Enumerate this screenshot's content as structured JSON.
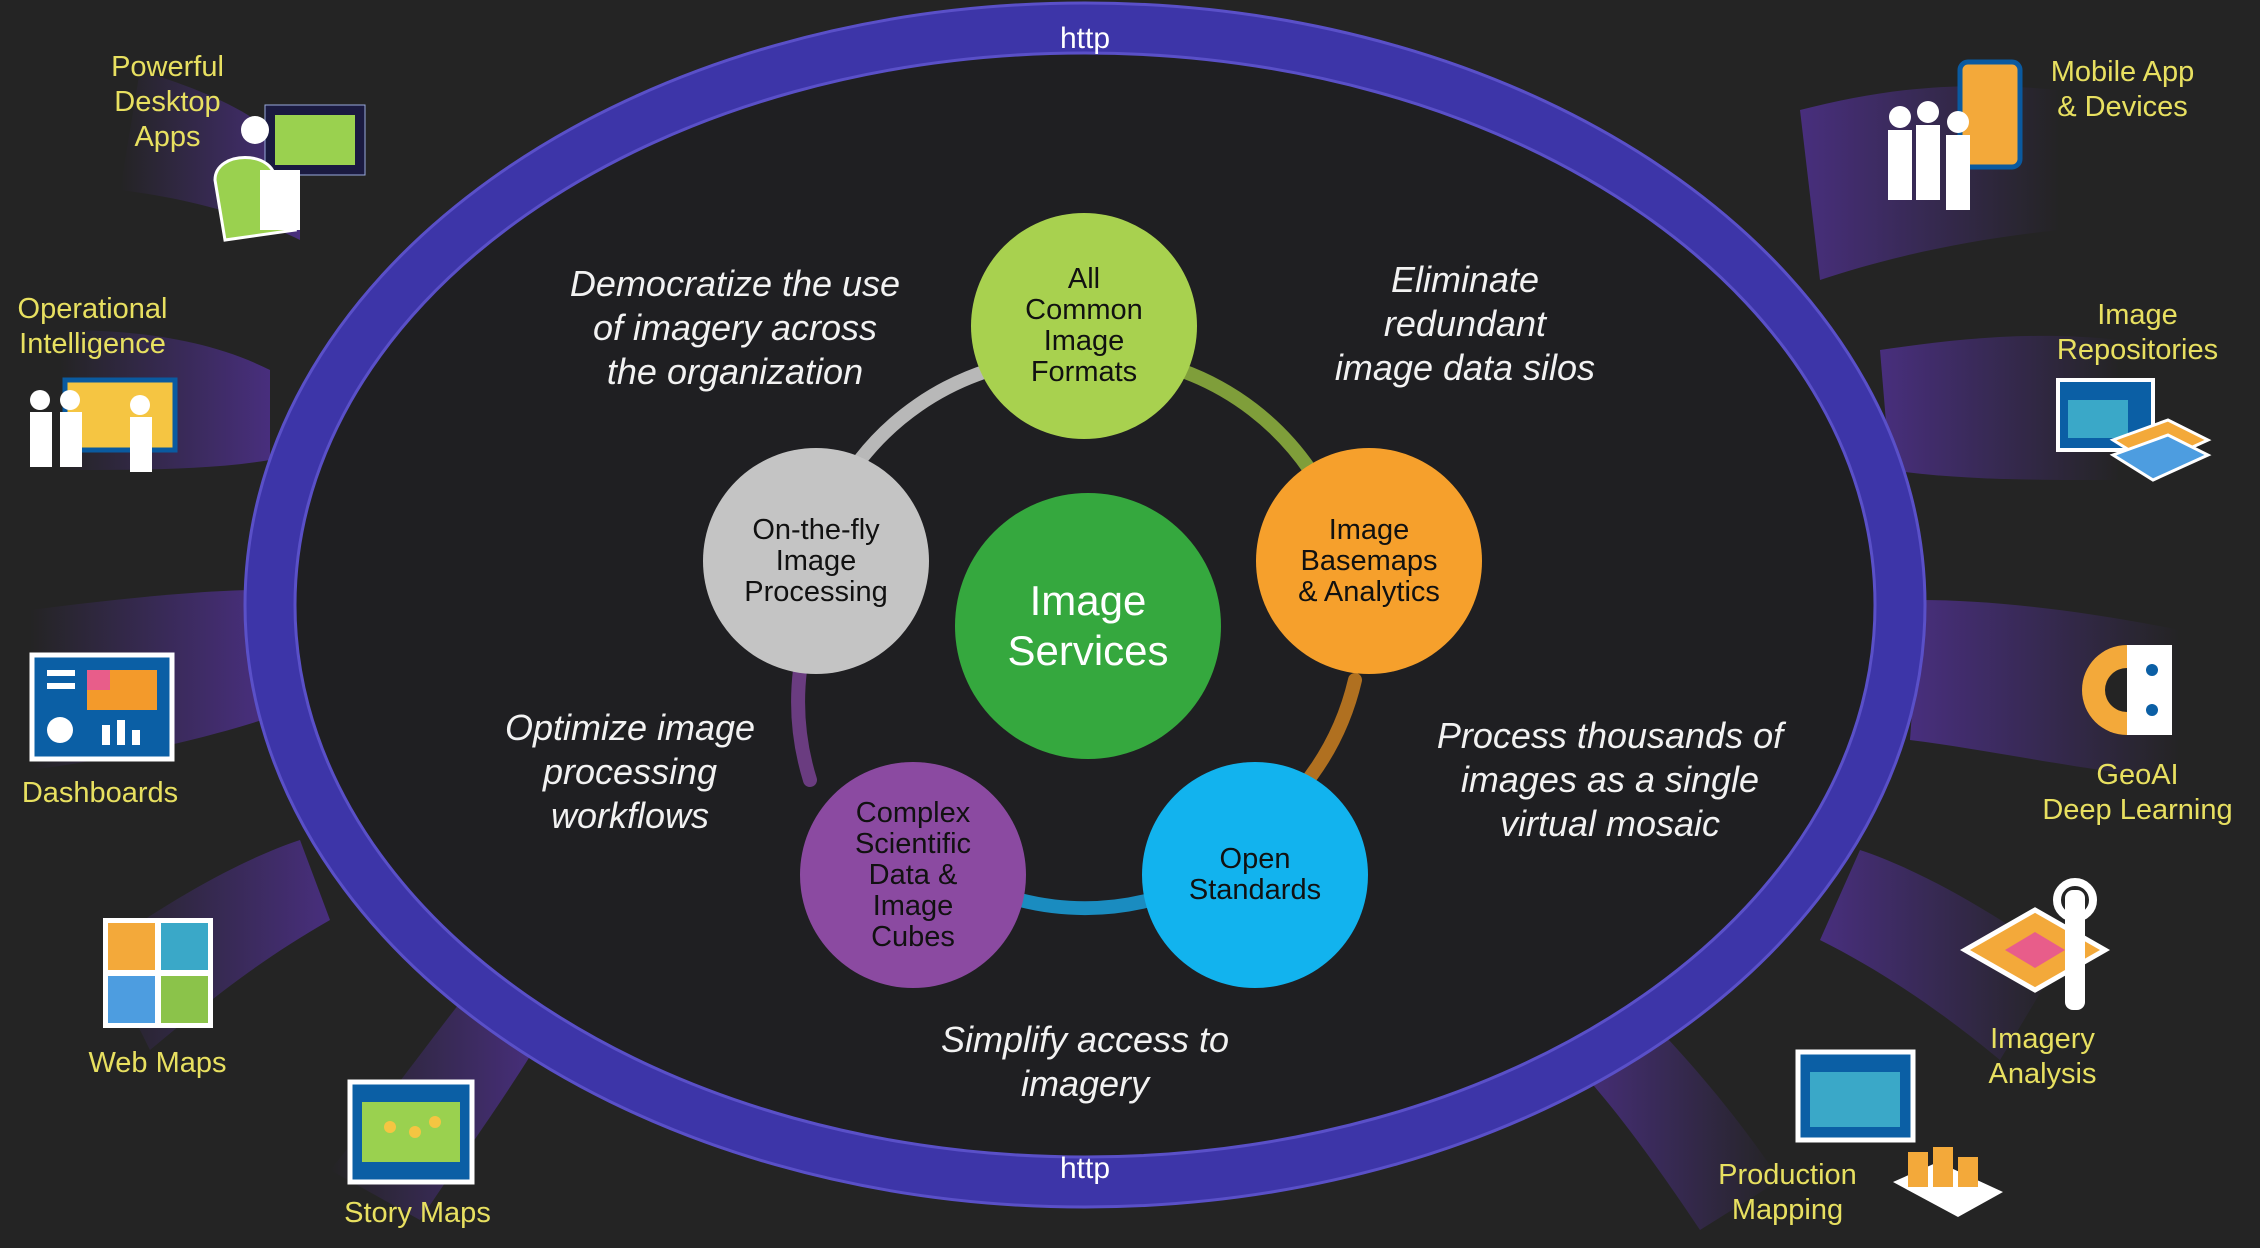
{
  "ring": {
    "top_label": "http",
    "bottom_label": "http"
  },
  "center": {
    "label": "Image\nServices"
  },
  "nodes": [
    {
      "id": "formats",
      "label": "All\nCommon\nImage\nFormats",
      "color": "#a8d14f"
    },
    {
      "id": "basemaps",
      "label": "Image\nBasemaps\n& Analytics",
      "color": "#f6a02c"
    },
    {
      "id": "standards",
      "label": "Open\nStandards",
      "color": "#12b3ee"
    },
    {
      "id": "cubes",
      "label": "Complex\nScientific\nData &\nImage\nCubes",
      "color": "#8b4aa1"
    },
    {
      "id": "processing",
      "label": "On-the-fly\nImage\nProcessing",
      "color": "#c4c4c4"
    }
  ],
  "statements": [
    "Democratize the use\nof imagery across\nthe organization",
    "Eliminate\nredundant\nimage data silos",
    "Process thousands of\nimages as a single\nvirtual mosaic",
    "Simplify access to\nimagery",
    "Optimize image\nprocessing\nworkflows"
  ],
  "left_apps": [
    {
      "label": "Powerful\nDesktop\nApps",
      "icon": "desktop-user-icon"
    },
    {
      "label": "Operational\nIntelligence",
      "icon": "briefing-team-icon"
    },
    {
      "label": "Dashboards",
      "icon": "dashboard-icon"
    },
    {
      "label": "Web Maps",
      "icon": "web-map-icon"
    },
    {
      "label": "Story Maps",
      "icon": "story-map-icon"
    }
  ],
  "right_apps": [
    {
      "label": "Mobile App\n& Devices",
      "icon": "mobile-users-icon"
    },
    {
      "label": "Image\nRepositories",
      "icon": "image-stack-icon"
    },
    {
      "label": "GeoAI\nDeep Learning",
      "icon": "ai-gear-icon"
    },
    {
      "label": "Imagery\nAnalysis",
      "icon": "analysis-wrench-icon"
    },
    {
      "label": "Production\nMapping",
      "icon": "production-map-icon"
    }
  ],
  "colors": {
    "background": "#242424",
    "ring": "#3d35a8",
    "label": "#e8e060",
    "streamer": "#4a2f82"
  }
}
